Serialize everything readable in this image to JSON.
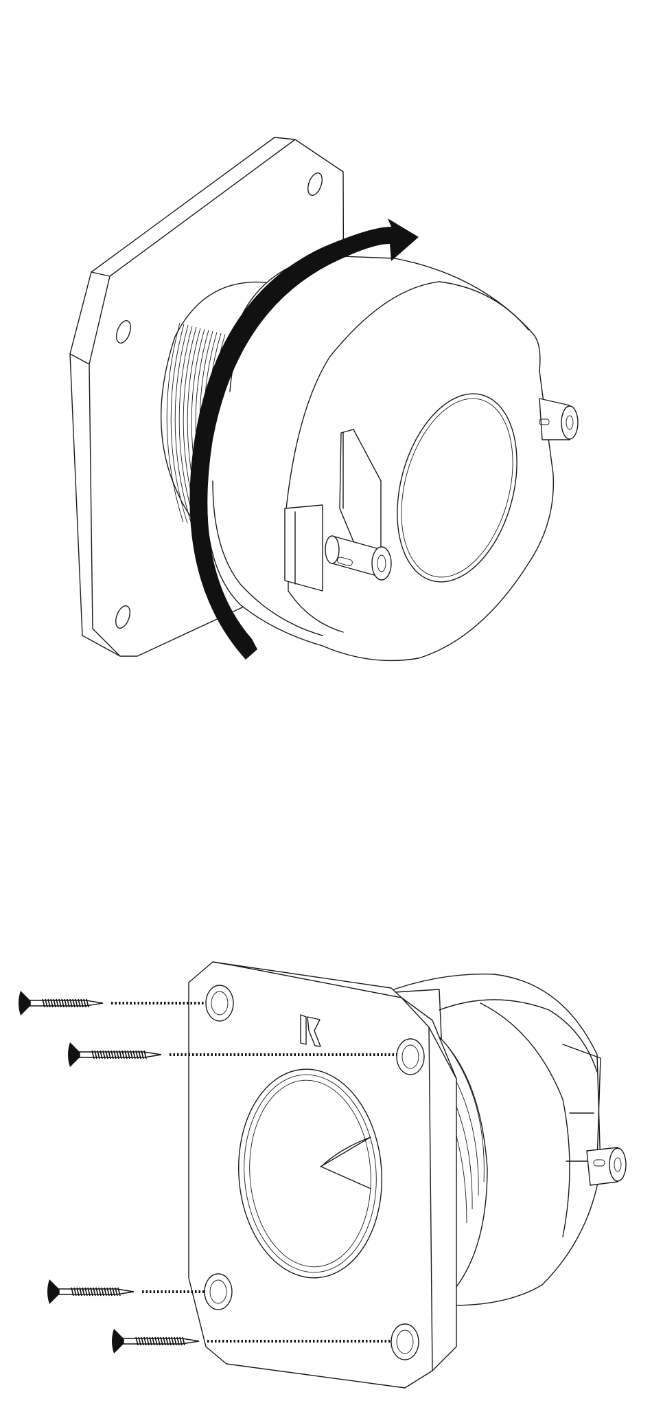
{
  "figure1": {
    "part": "tweeter-with-mounting-plate",
    "action": "rotate-clockwise",
    "arrow_color": "#111111"
  },
  "figure2": {
    "part": "tweeter-flush-mount",
    "screw_count": 4,
    "logo_text": "K"
  }
}
